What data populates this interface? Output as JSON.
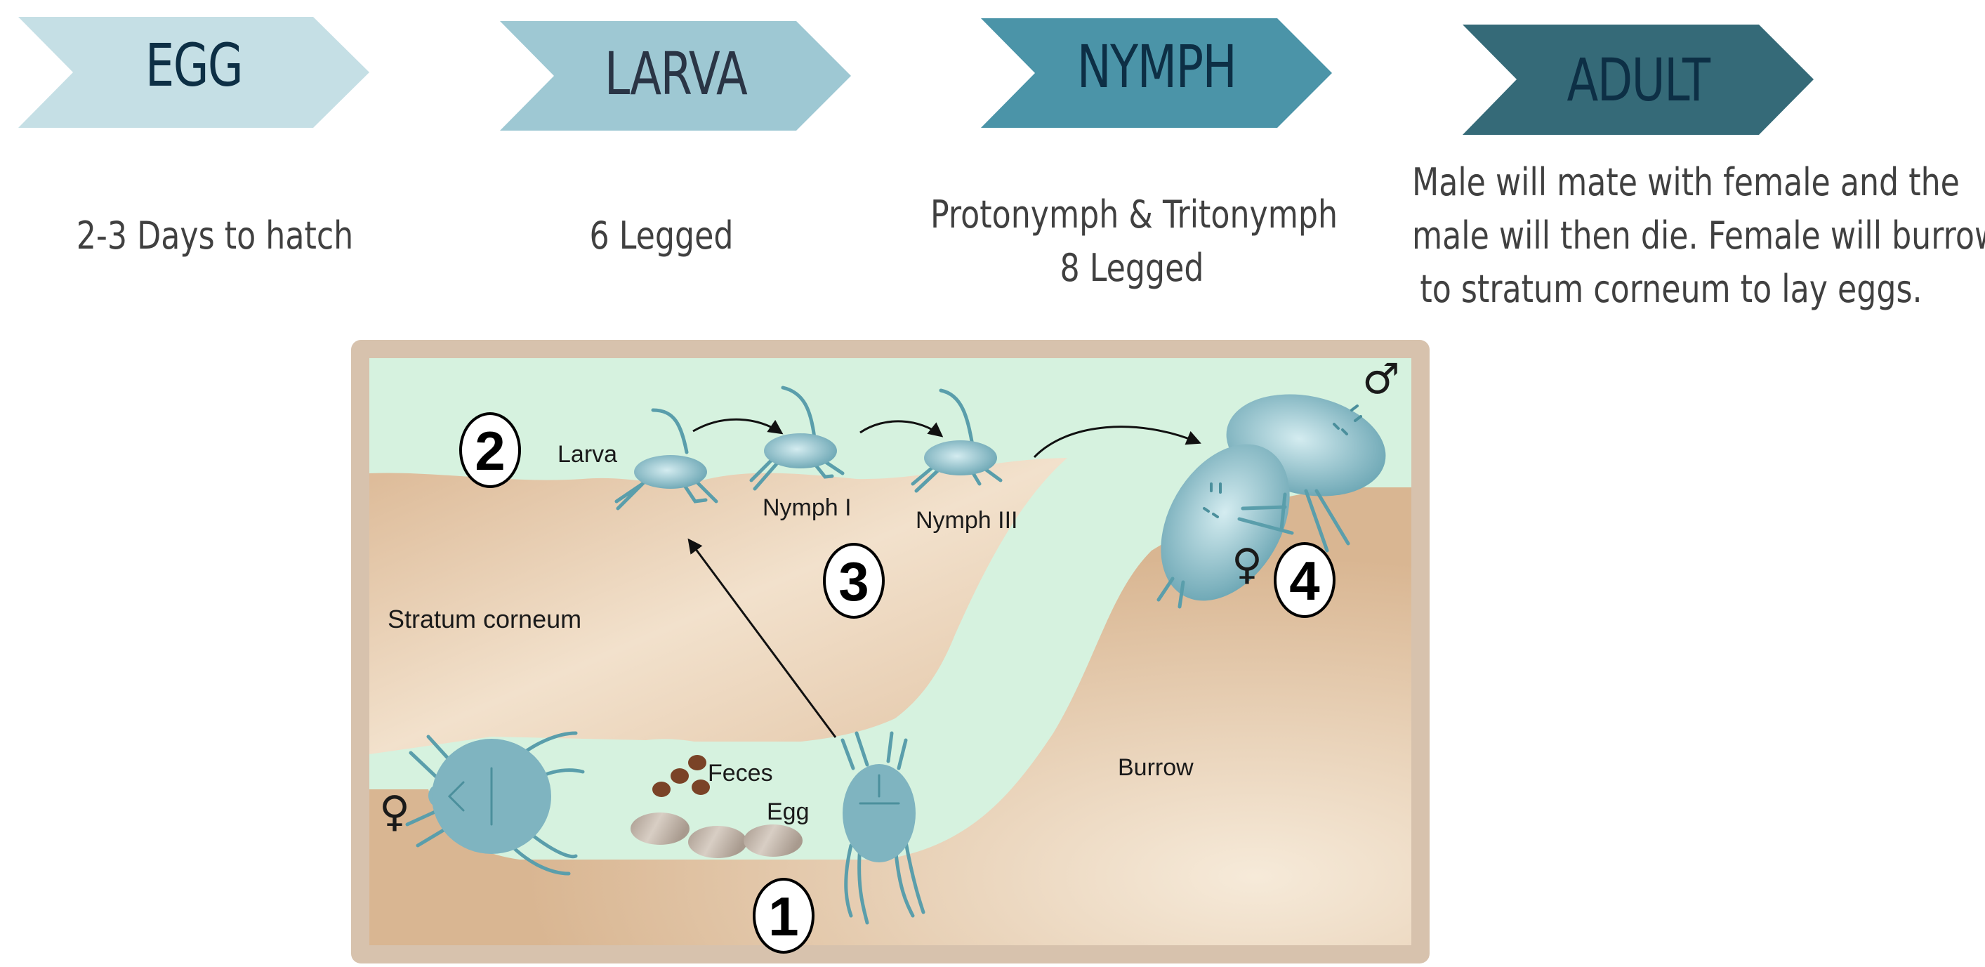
{
  "stages": [
    {
      "label": "EGG",
      "description": [
        "2-3 Days to hatch"
      ],
      "fill": "#c5dfe5",
      "text_color": "#0d2f45"
    },
    {
      "label": "LARVA",
      "description": [
        "6 Legged"
      ],
      "fill": "#9ec8d3",
      "text_color": "#2a3545"
    },
    {
      "label": "NYMPH",
      "description": [
        "Protonymph & Tritonymph",
        "8 Legged"
      ],
      "fill": "#4b94a8",
      "text_color": "#0d2f45"
    },
    {
      "label": "ADULT",
      "description": [
        "Male will mate with female and the",
        "male will then die. Female will burrow",
        "to stratum corneum to lay eggs."
      ],
      "fill": "#356a78",
      "text_color": "#0d2f45"
    }
  ],
  "diagram": {
    "labels": {
      "larva": "Larva",
      "nymph1": "Nymph I",
      "nymph3": "Nymph III",
      "stratum": "Stratum corneum",
      "feces": "Feces",
      "egg": "Egg",
      "burrow": "Burrow"
    },
    "step_numbers": [
      "1",
      "2",
      "3",
      "4"
    ],
    "symbols": {
      "male": "♂",
      "female": "♀"
    },
    "colors": {
      "frame": "#d7c2ad",
      "air": "#d6f2df",
      "skin": "#dcb996",
      "skin_light": "#f4e6d4",
      "mite": "#7fb4c0",
      "mite_leg": "#5a9eab",
      "feces": "#7a4327",
      "egg": "#bfb2a6"
    }
  }
}
